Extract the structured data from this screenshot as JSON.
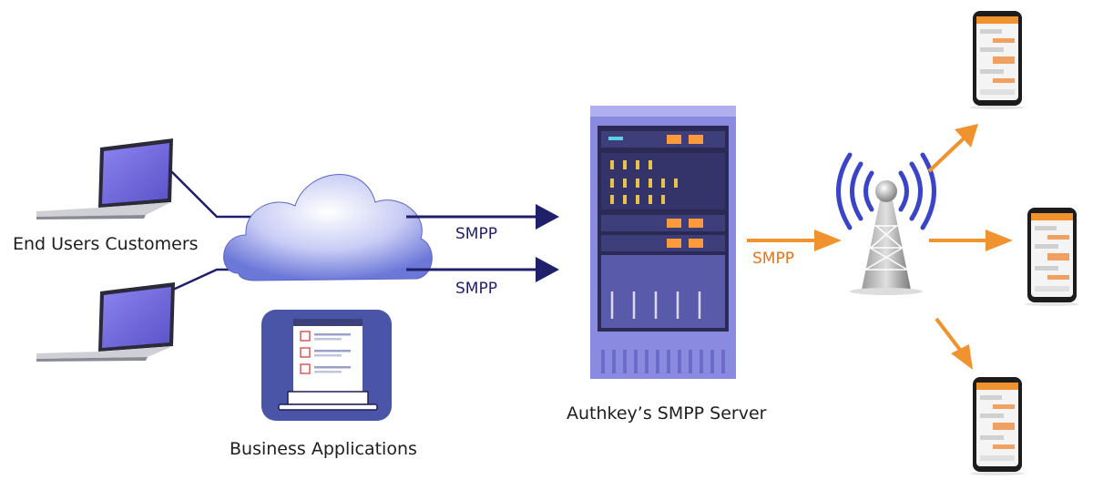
{
  "labels": {
    "end_users": "End Users Customers",
    "business_apps": "Business Applications",
    "server": "Authkey’s SMPP Server"
  },
  "connections": [
    {
      "from": "cloud",
      "to": "server",
      "label": "SMPP"
    },
    {
      "from": "cloud",
      "to": "server",
      "label": "SMPP"
    },
    {
      "from": "server",
      "to": "tower",
      "label": "SMPP"
    }
  ],
  "colors": {
    "dark_arrow": "#1f1f6b",
    "orange_arrow": "#f0922e",
    "orange_label": "#e8731a",
    "server_body": "#7878d8",
    "laptop_screen": "#7a72e6",
    "app_tile": "#4a55a8"
  },
  "icons": [
    "laptop-icon",
    "laptop-icon",
    "cloud-icon",
    "business-app-icon",
    "server-rack-icon",
    "cell-tower-icon",
    "smartphone-icon",
    "smartphone-icon",
    "smartphone-icon"
  ]
}
